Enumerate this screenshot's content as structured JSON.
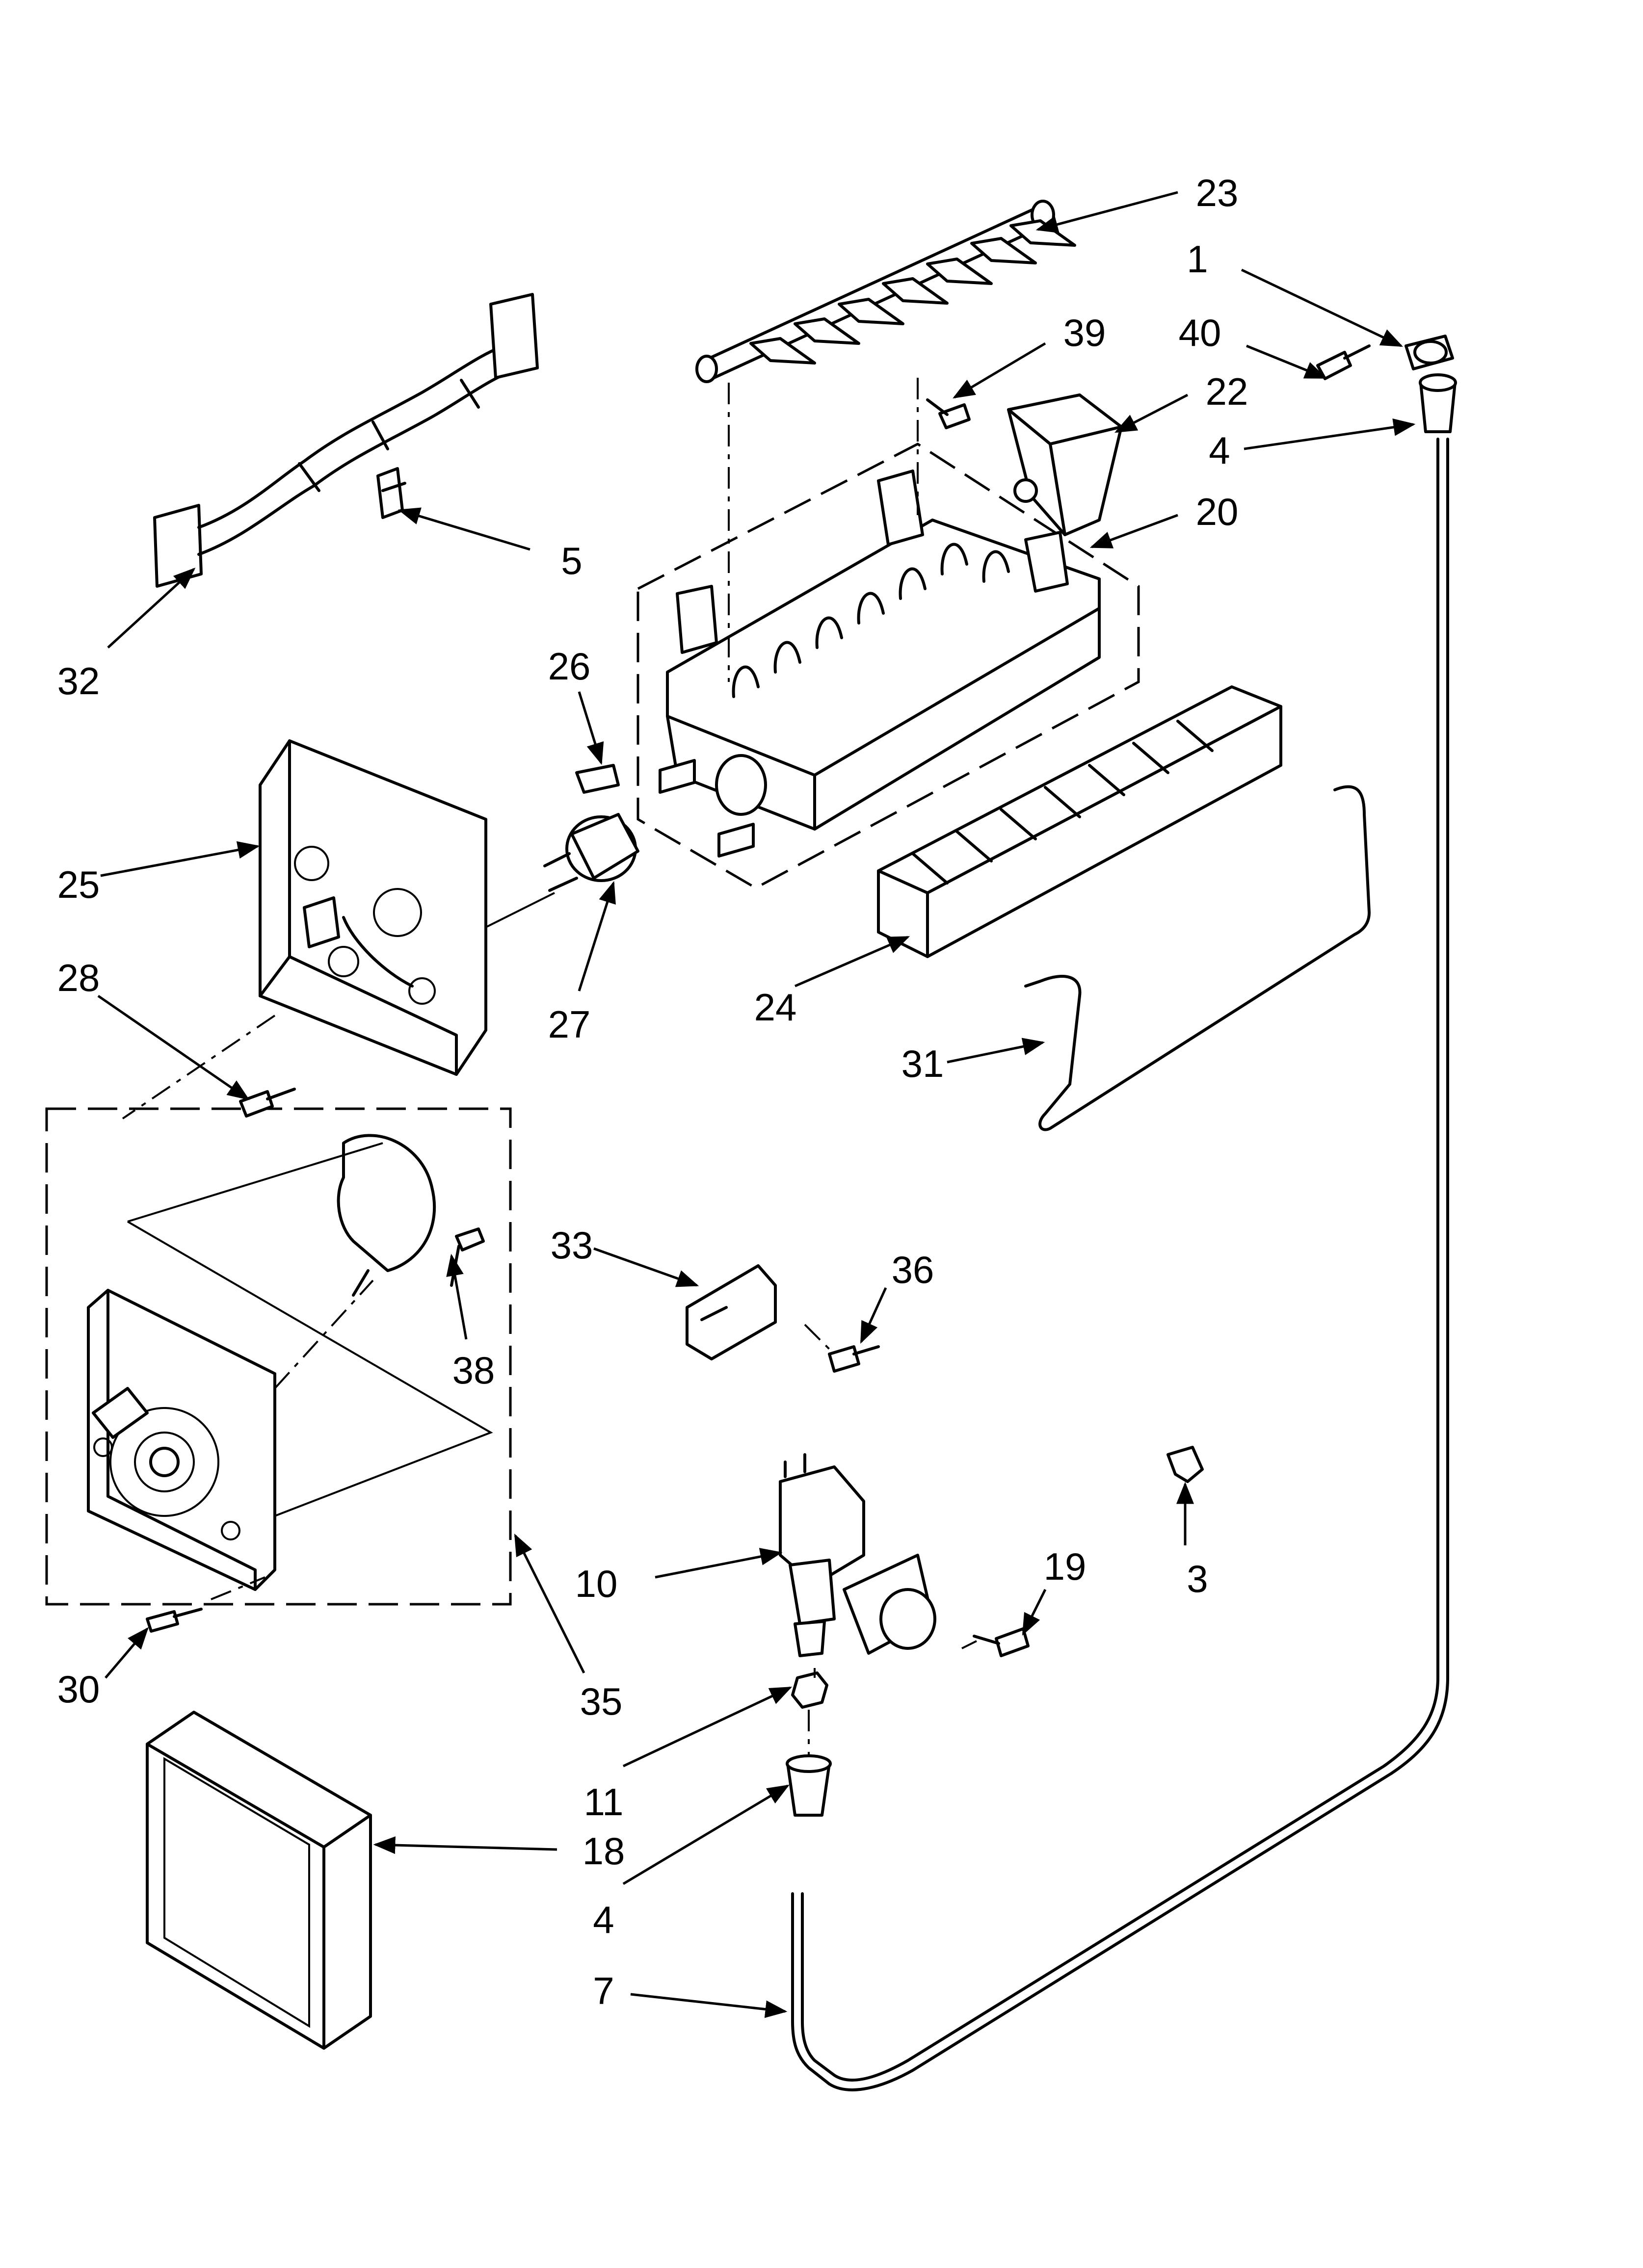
{
  "callouts": [
    {
      "id": "p23",
      "text": "23"
    },
    {
      "id": "p1",
      "text": "1"
    },
    {
      "id": "p40",
      "text": "40"
    },
    {
      "id": "p39",
      "text": "39"
    },
    {
      "id": "p22",
      "text": "22"
    },
    {
      "id": "p4a",
      "text": "4"
    },
    {
      "id": "p20",
      "text": "20"
    },
    {
      "id": "p5",
      "text": "5"
    },
    {
      "id": "p32",
      "text": "32"
    },
    {
      "id": "p26",
      "text": "26"
    },
    {
      "id": "p25",
      "text": "25"
    },
    {
      "id": "p28",
      "text": "28"
    },
    {
      "id": "p27",
      "text": "27"
    },
    {
      "id": "p24",
      "text": "24"
    },
    {
      "id": "p31",
      "text": "31"
    },
    {
      "id": "p33",
      "text": "33"
    },
    {
      "id": "p36",
      "text": "36"
    },
    {
      "id": "p38",
      "text": "38"
    },
    {
      "id": "p3",
      "text": "3"
    },
    {
      "id": "p10",
      "text": "10"
    },
    {
      "id": "p19",
      "text": "19"
    },
    {
      "id": "p30",
      "text": "30"
    },
    {
      "id": "p35",
      "text": "35"
    },
    {
      "id": "p11",
      "text": "11"
    },
    {
      "id": "p18",
      "text": "18"
    },
    {
      "id": "p4b",
      "text": "4"
    },
    {
      "id": "p7",
      "text": "7"
    }
  ]
}
